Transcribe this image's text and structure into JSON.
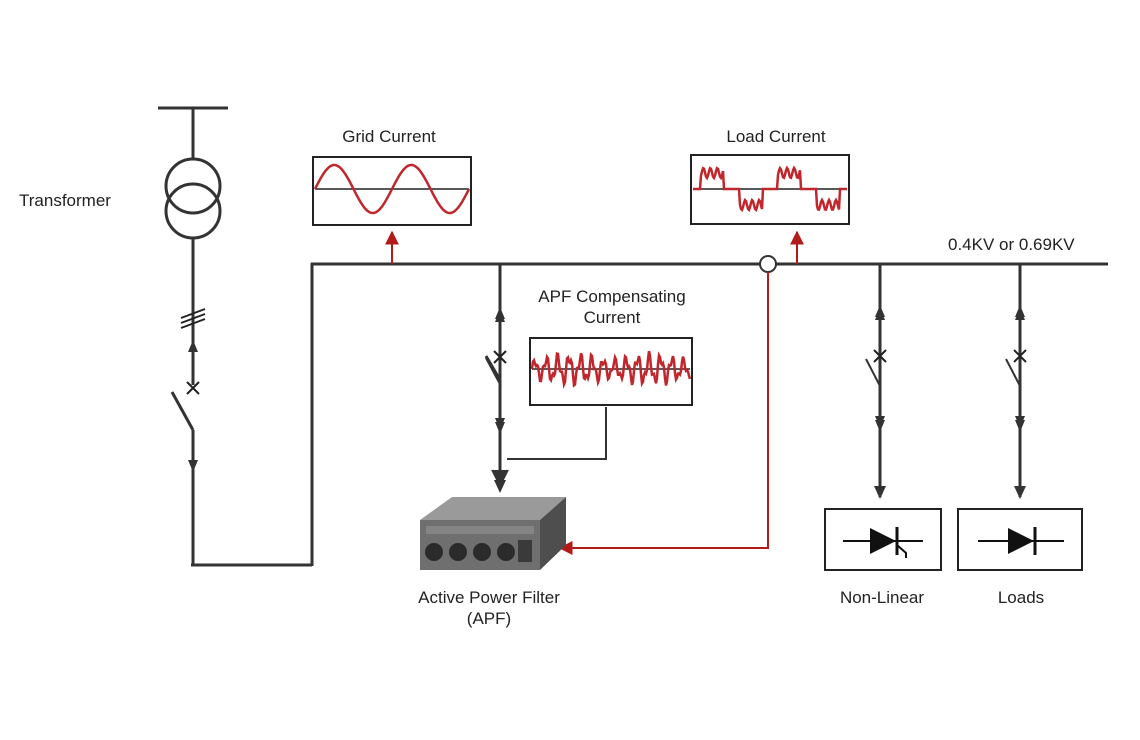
{
  "labels": {
    "transformer": "Transformer",
    "grid_current": "Grid Current",
    "load_current": "Load Current",
    "voltage": "0.4KV or 0.69KV",
    "apf_comp_line1": "APF Compensating",
    "apf_comp_line2": "Current",
    "apf_line1": "Active Power Filter",
    "apf_line2": "(APF)",
    "nonlinear": "Non-Linear",
    "loads": "Loads"
  },
  "colors": {
    "wire": "#333333",
    "signal": "#b31b1b",
    "waveform": "#c0262b",
    "apf_body": "#6f6f6f"
  },
  "icons": {
    "transformer": "transformer-icon",
    "breaker": "circuit-breaker-icon",
    "current_sensor": "current-transformer-icon",
    "diode": "diode-icon",
    "thyristor": "thyristor-icon",
    "apf_device": "apf-device-icon"
  }
}
